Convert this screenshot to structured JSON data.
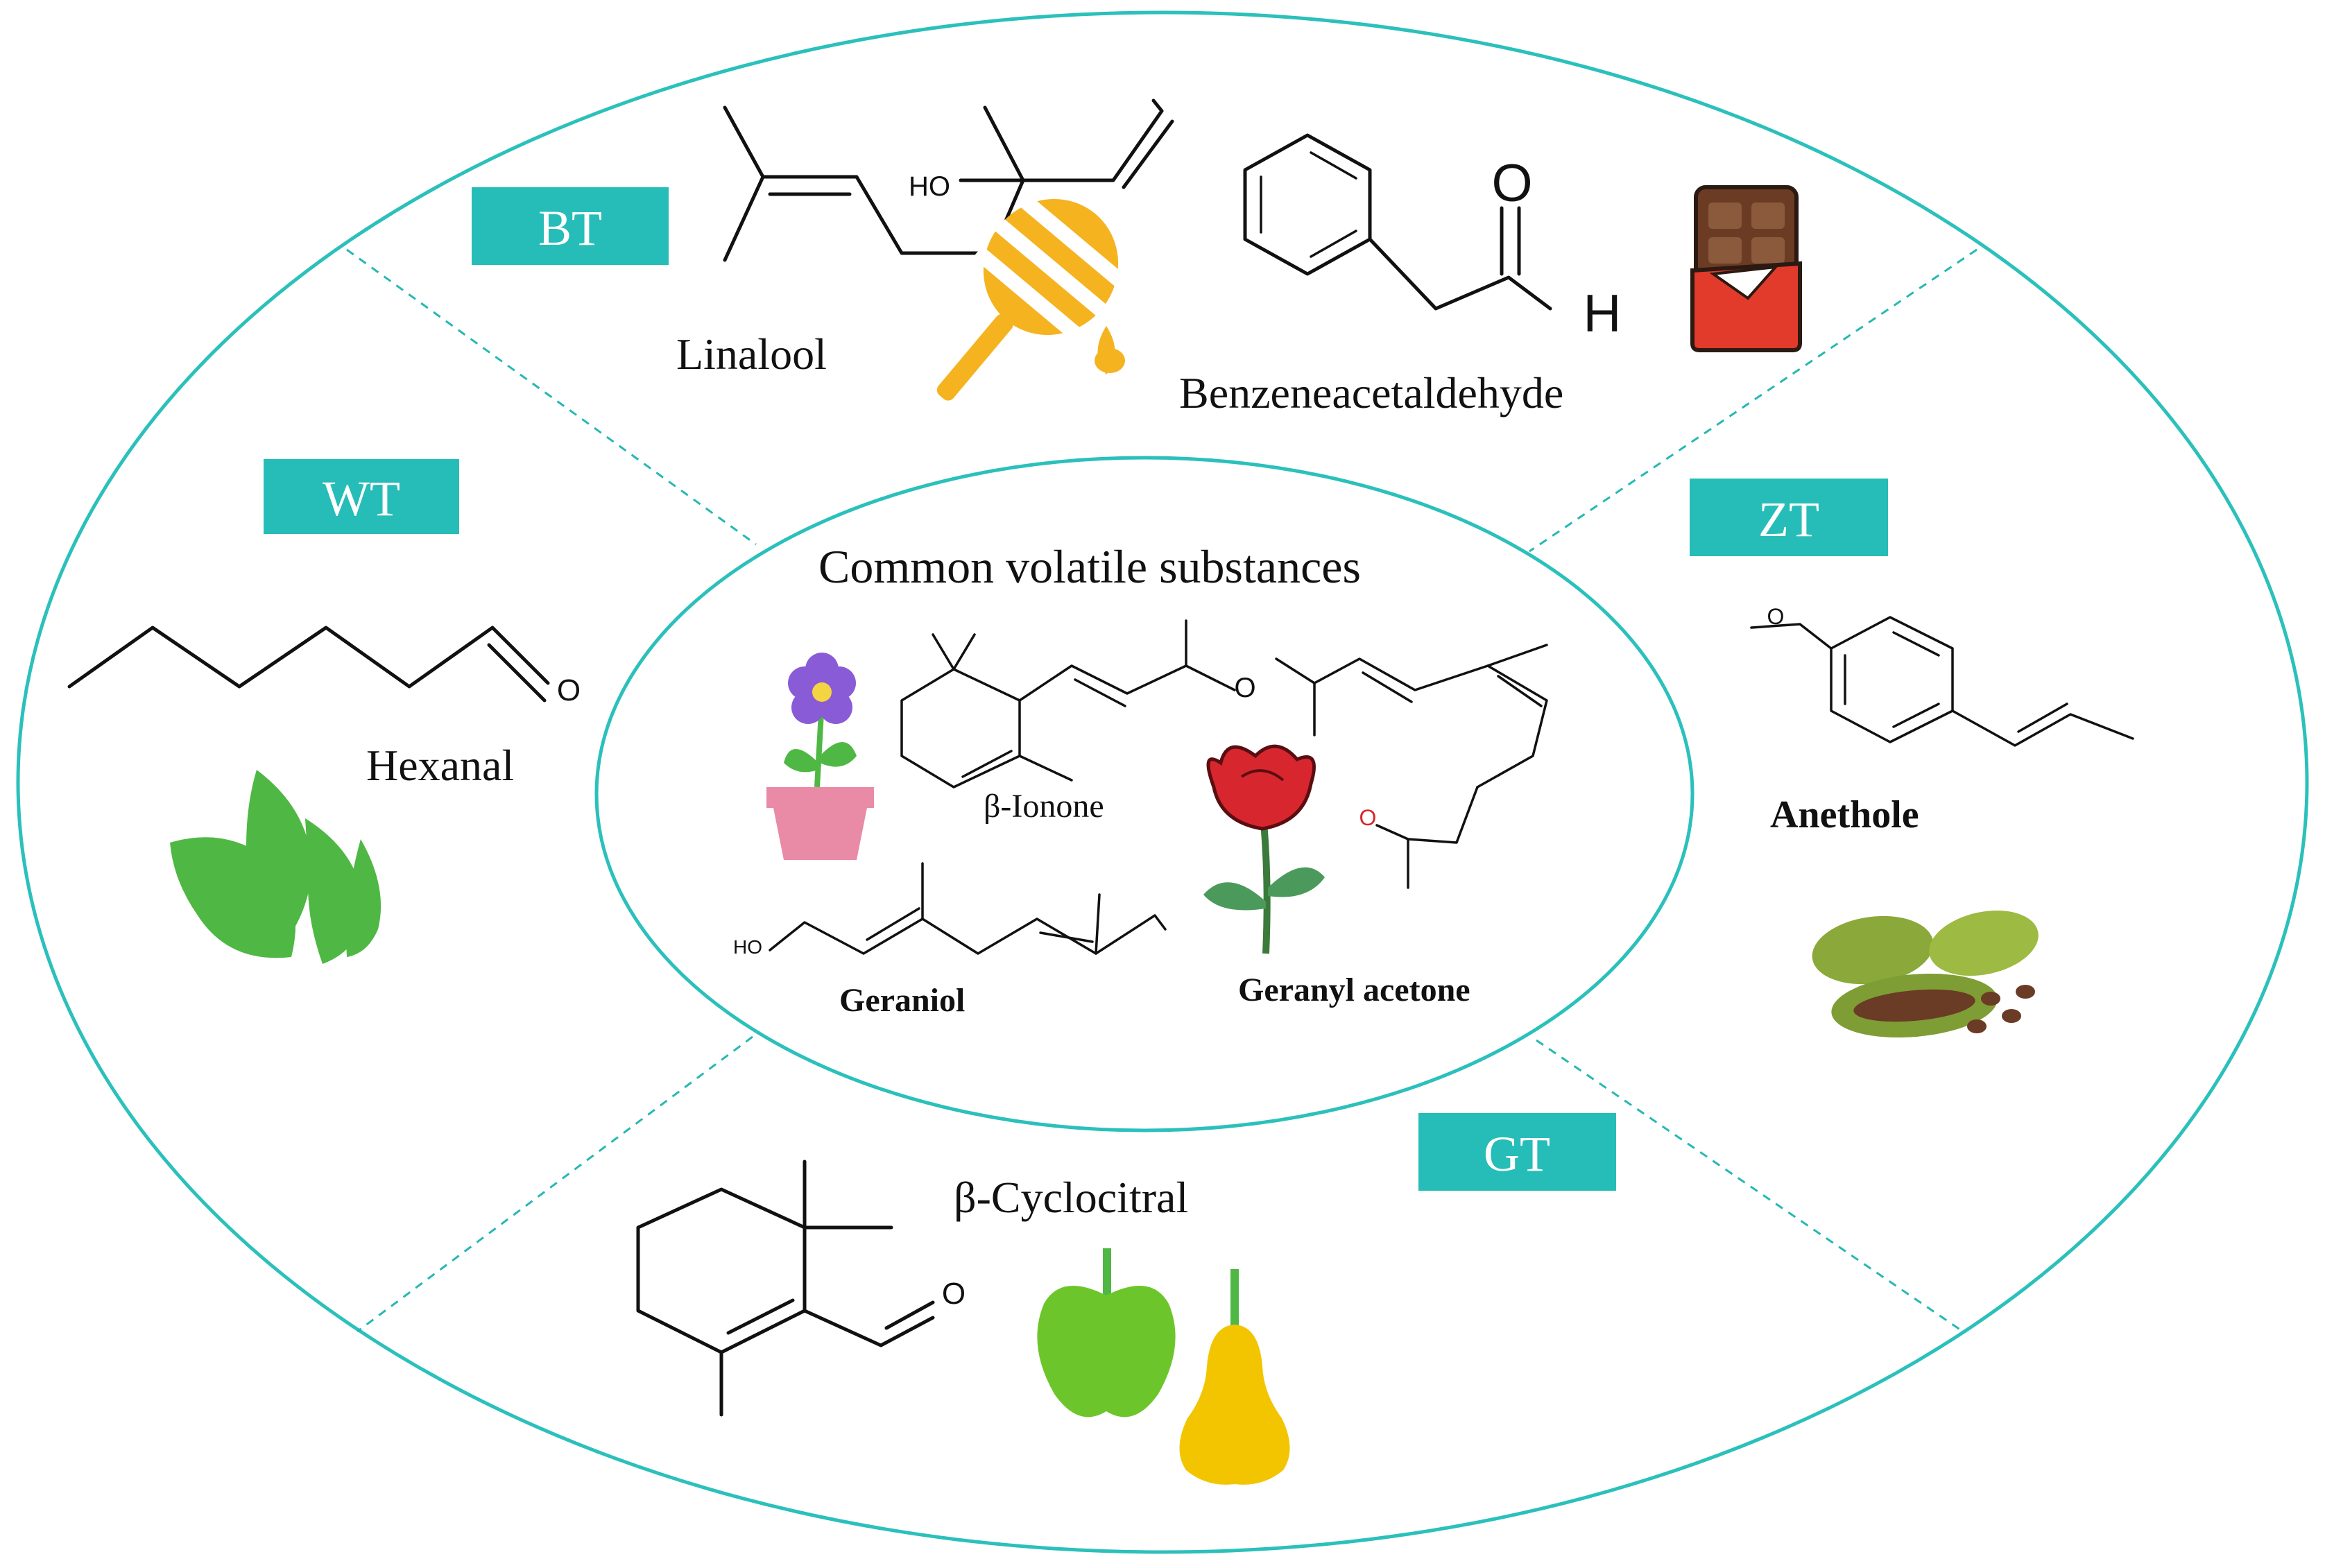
{
  "colors": {
    "teal": "#26bdb8",
    "outline": "#2bc0bb",
    "honey": "#f5b320",
    "leaf": "#4fb844",
    "apple": "#6cc62b",
    "pear": "#f2c500",
    "chocolate": "#6b3b24",
    "wrapper": "#e23b2b",
    "rose": "#d8262e",
    "violet": "#8a5bd6",
    "pot": "#e98aa6",
    "cardamom": "#8aa93a"
  },
  "center": {
    "title": "Common volatile substances",
    "compounds": [
      "β-Ionone",
      "Geraniol",
      "Geranyl acetone"
    ],
    "icons": [
      "violet-flower-pot-icon",
      "red-rose-icon"
    ]
  },
  "sectors": {
    "bt": {
      "tag": "BT",
      "compounds": [
        "Linalool",
        "Benzeneacetaldehyde"
      ],
      "icons": [
        "honey-dipper-icon",
        "chocolate-bar-icon"
      ]
    },
    "wt": {
      "tag": "WT",
      "compounds": [
        "Hexanal"
      ],
      "icons": [
        "green-leaves-icon"
      ]
    },
    "zt": {
      "tag": "ZT",
      "compounds": [
        "Anethole"
      ],
      "icons": [
        "cardamom-pods-icon"
      ]
    },
    "gt": {
      "tag": "GT",
      "compounds": [
        "β-Cyclocitral"
      ],
      "icons": [
        "apple-icon",
        "pear-icon"
      ]
    }
  },
  "atom_labels": {
    "hydroxyl": "HO",
    "oxygen": "O",
    "hydrogen": "H"
  }
}
